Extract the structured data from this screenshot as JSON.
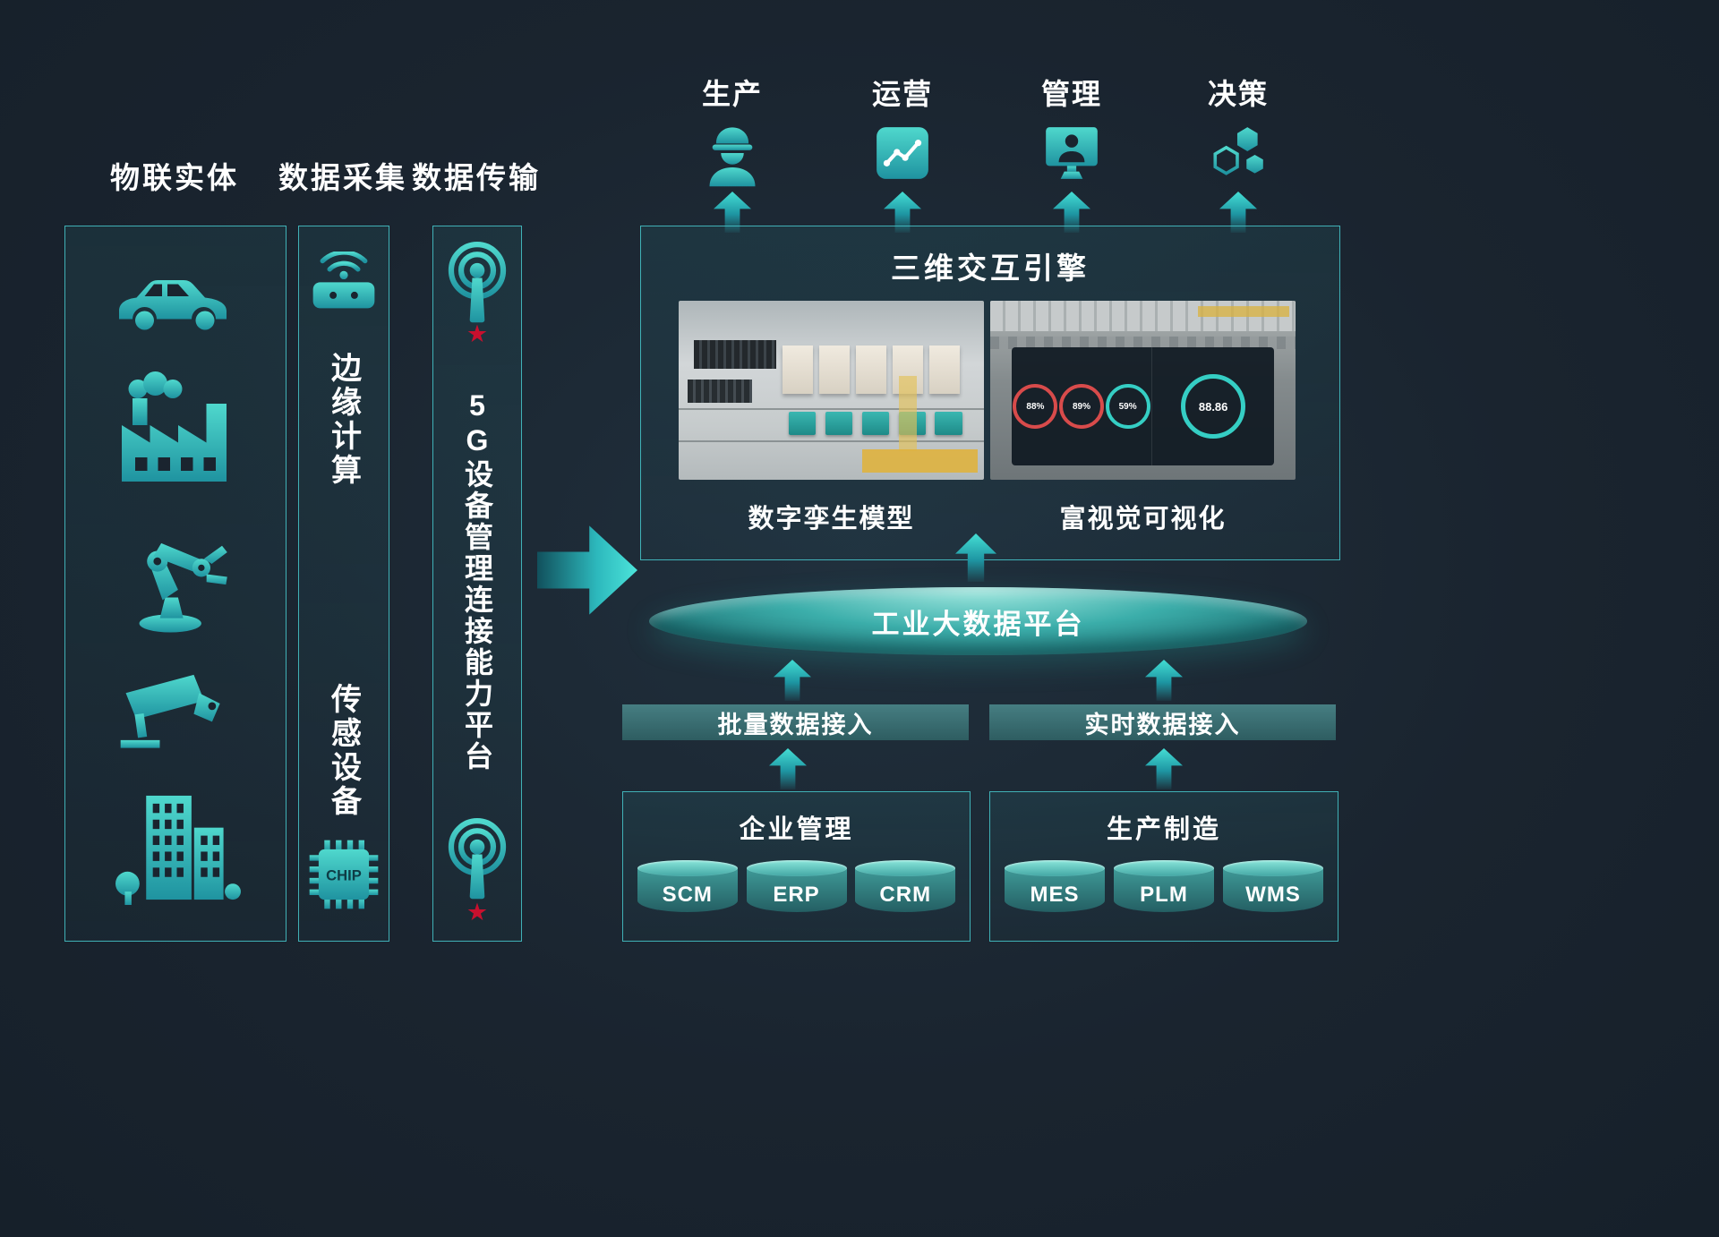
{
  "titles": {
    "iot": "物联实体",
    "collect": "数据采集",
    "transmit": "数据传输"
  },
  "collect": {
    "edge": "边缘计算",
    "sensor": "传感设备",
    "chip": "CHIP"
  },
  "transmit": {
    "platform": "5G设备管理连接能力平台"
  },
  "glyphs": {
    "star": "★"
  },
  "outputs": [
    {
      "label": "生产",
      "icon": "worker-icon"
    },
    {
      "label": "运营",
      "icon": "chart-icon"
    },
    {
      "label": "管理",
      "icon": "manager-screen-icon"
    },
    {
      "label": "决策",
      "icon": "hexagons-icon"
    }
  ],
  "engine": {
    "title": "三维交互引擎",
    "left_caption": "数字孪生模型",
    "right_caption": "富视觉可视化"
  },
  "platform_label": "工业大数据平台",
  "ingest": {
    "batch": "批量数据接入",
    "realtime": "实时数据接入"
  },
  "systems": {
    "enterprise": {
      "title": "企业管理",
      "items": [
        "SCM",
        "ERP",
        "CRM"
      ]
    },
    "manufacturing": {
      "title": "生产制造",
      "items": [
        "MES",
        "PLM",
        "WMS"
      ]
    }
  },
  "dashboard": {
    "gauges": [
      "88%",
      "89%",
      "59%"
    ],
    "big": "88.86"
  },
  "icons": {
    "iot_column": [
      "car-icon",
      "factory-icon",
      "robot-arm-icon",
      "cctv-camera-icon",
      "buildings-icon"
    ],
    "collect_column": [
      "edge-gateway-icon",
      "chip-icon"
    ],
    "transmit_column": [
      "antenna-icon",
      "star-icon",
      "antenna-icon",
      "star-icon"
    ]
  },
  "colors": {
    "background": "#1a242f",
    "teal": "#2bb5b5",
    "teal_bright": "#45ded4",
    "star_red": "#c8102e"
  }
}
